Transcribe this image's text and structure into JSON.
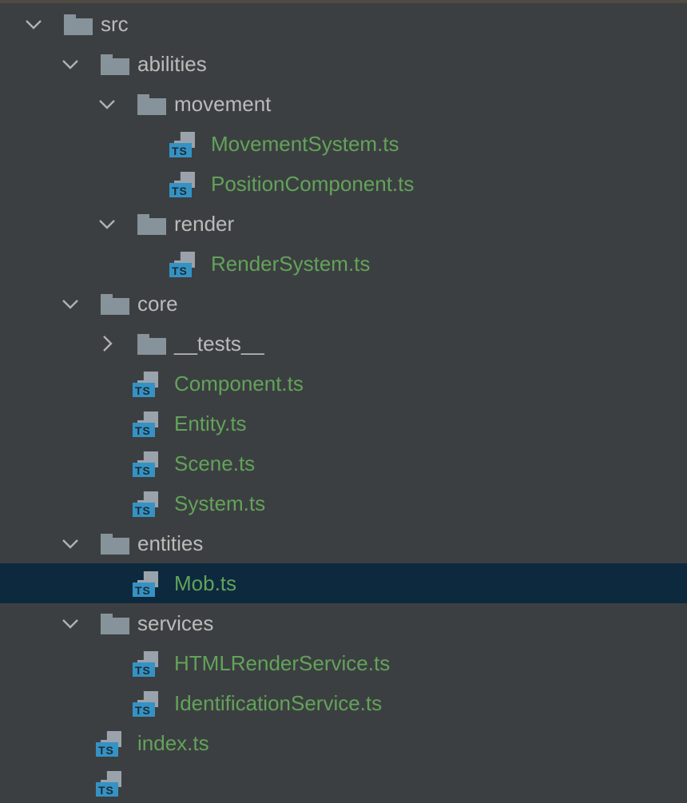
{
  "colors": {
    "background": "#3c3f41",
    "selection": "#0d293e",
    "file_text": "#62a35a",
    "folder_text": "#bbbbbb",
    "ts_badge": "#3592c4"
  },
  "tree": [
    {
      "label": "src",
      "type": "folder",
      "depth": 0,
      "expanded": true
    },
    {
      "label": "abilities",
      "type": "folder",
      "depth": 1,
      "expanded": true
    },
    {
      "label": "movement",
      "type": "folder",
      "depth": 2,
      "expanded": true
    },
    {
      "label": "MovementSystem.ts",
      "type": "file",
      "depth": 3
    },
    {
      "label": "PositionComponent.ts",
      "type": "file",
      "depth": 3
    },
    {
      "label": "render",
      "type": "folder",
      "depth": 2,
      "expanded": true
    },
    {
      "label": "RenderSystem.ts",
      "type": "file",
      "depth": 3
    },
    {
      "label": "core",
      "type": "folder",
      "depth": 1,
      "expanded": true
    },
    {
      "label": "__tests__",
      "type": "folder",
      "depth": 2,
      "expanded": false
    },
    {
      "label": "Component.ts",
      "type": "file",
      "depth": 2
    },
    {
      "label": "Entity.ts",
      "type": "file",
      "depth": 2
    },
    {
      "label": "Scene.ts",
      "type": "file",
      "depth": 2
    },
    {
      "label": "System.ts",
      "type": "file",
      "depth": 2
    },
    {
      "label": "entities",
      "type": "folder",
      "depth": 1,
      "expanded": true
    },
    {
      "label": "Mob.ts",
      "type": "file",
      "depth": 2,
      "selected": true
    },
    {
      "label": "services",
      "type": "folder",
      "depth": 1,
      "expanded": true
    },
    {
      "label": "HTMLRenderService.ts",
      "type": "file",
      "depth": 2
    },
    {
      "label": "IdentificationService.ts",
      "type": "file",
      "depth": 2
    },
    {
      "label": "index.ts",
      "type": "file",
      "depth": 1
    }
  ],
  "ts_badge_text": "TS"
}
